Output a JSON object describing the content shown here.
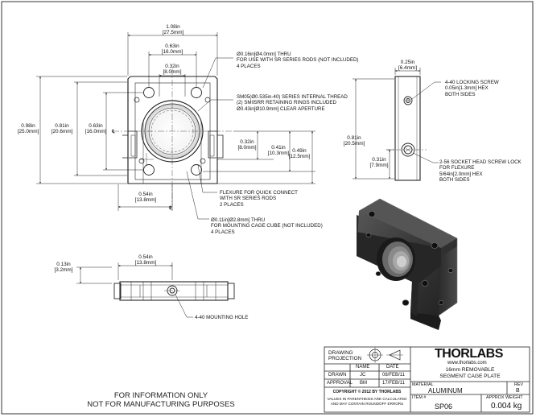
{
  "top_view": {
    "width_total": [
      "1.08in",
      "[27.5mm]"
    ],
    "rod_spacing": [
      "0.63in",
      "[16.0mm]"
    ],
    "inner_spacing": [
      "0.32in",
      "[8.0mm]"
    ],
    "height_total": [
      "0.98in",
      "[25.0mm]"
    ],
    "height_mid": [
      "0.81in",
      "[20.6mm]"
    ],
    "height_inner": [
      "0.63in",
      "[16.0mm]"
    ],
    "right_a": [
      "0.32in",
      "[8.0mm]"
    ],
    "right_b": [
      "0.41in",
      "[10.3mm]"
    ],
    "right_c": [
      "0.49in",
      "[12.5mm]"
    ],
    "bottom_dim": [
      "0.54in",
      "[13.8mm]"
    ],
    "cl_mark": "℄",
    "note_rods": [
      "Ø0.16in[Ø4.0mm] THRU",
      "FOR USE WITH SR SERIES RODS (NOT INCLUDED)",
      "4 PLACES"
    ],
    "note_thread": [
      "SM05(Ø0.535in-40) SERIES INTERNAL THREAD",
      "(2) SM05RR RETAINING RINGS INCLUDED",
      "Ø0.43in[Ø10.9mm] CLEAR APERTURE"
    ],
    "note_flexure": [
      "FLEXURE FOR QUICK CONNECT",
      "WITH SR SERIES RODS",
      "2 PLACES"
    ],
    "note_cage": [
      "Ø0.11in[Ø2.8mm] THRU",
      "FOR MOUNTING CAGE CUBE (NOT INCLUDED)",
      "4 PLACES"
    ]
  },
  "side_view": {
    "thickness": [
      "0.25in",
      "[6.4mm]"
    ],
    "height": [
      "0.81in",
      "[20.5mm]"
    ],
    "screw_height": [
      "0.31in",
      "[7.9mm]"
    ],
    "note_lock": [
      "4-40 LOCKING SCREW",
      "0.05in[1.3mm] HEX",
      "BOTH SIDES"
    ],
    "note_socket": [
      "2-56 SOCKET HEAD SCREW LOCK",
      "FOR FLEXURE",
      "5/64in[2.0mm] HEX",
      "BOTH SIDES"
    ]
  },
  "bottom_view": {
    "width": [
      "0.54in",
      "[13.8mm]"
    ],
    "thickness": [
      "0.13in",
      "[3.2mm]"
    ],
    "note_hole": "4-40 MOUNTING HOLE"
  },
  "disclaimer": [
    "FOR INFORMATION ONLY",
    "NOT FOR MANUFACTURING PURPOSES"
  ],
  "title_block": {
    "drawing_projection": [
      "DRAWING",
      "PROJECTION"
    ],
    "brand": "THORLABS",
    "website": "www.thorlabs.com",
    "description": [
      "16mm REMOVABLE",
      "SEGMENT CAGE PLATE"
    ],
    "col_name": "NAME",
    "col_date": "DATE",
    "row_drawn": {
      "label": "DRAWN",
      "name": "JC",
      "date": "08/FEB/11"
    },
    "row_approval": {
      "label": "APPROVAL",
      "name": "BM",
      "date": "17/FEB/11"
    },
    "material_label": "MATERIAL",
    "material": "ALUMINUM",
    "rev_label": "REV",
    "rev": "B",
    "copyright": "COPYRIGHT © 2012 BY THORLABS",
    "values_note": [
      "VALUES IN PARENTHESIS ARE CALCULATED",
      "AND MAY CONTAIN ROUNDOFF ERRORS"
    ],
    "item_label": "ITEM #",
    "item": "SP06",
    "weight_label": "APPROX WEIGHT",
    "weight": "0.004 kg"
  }
}
